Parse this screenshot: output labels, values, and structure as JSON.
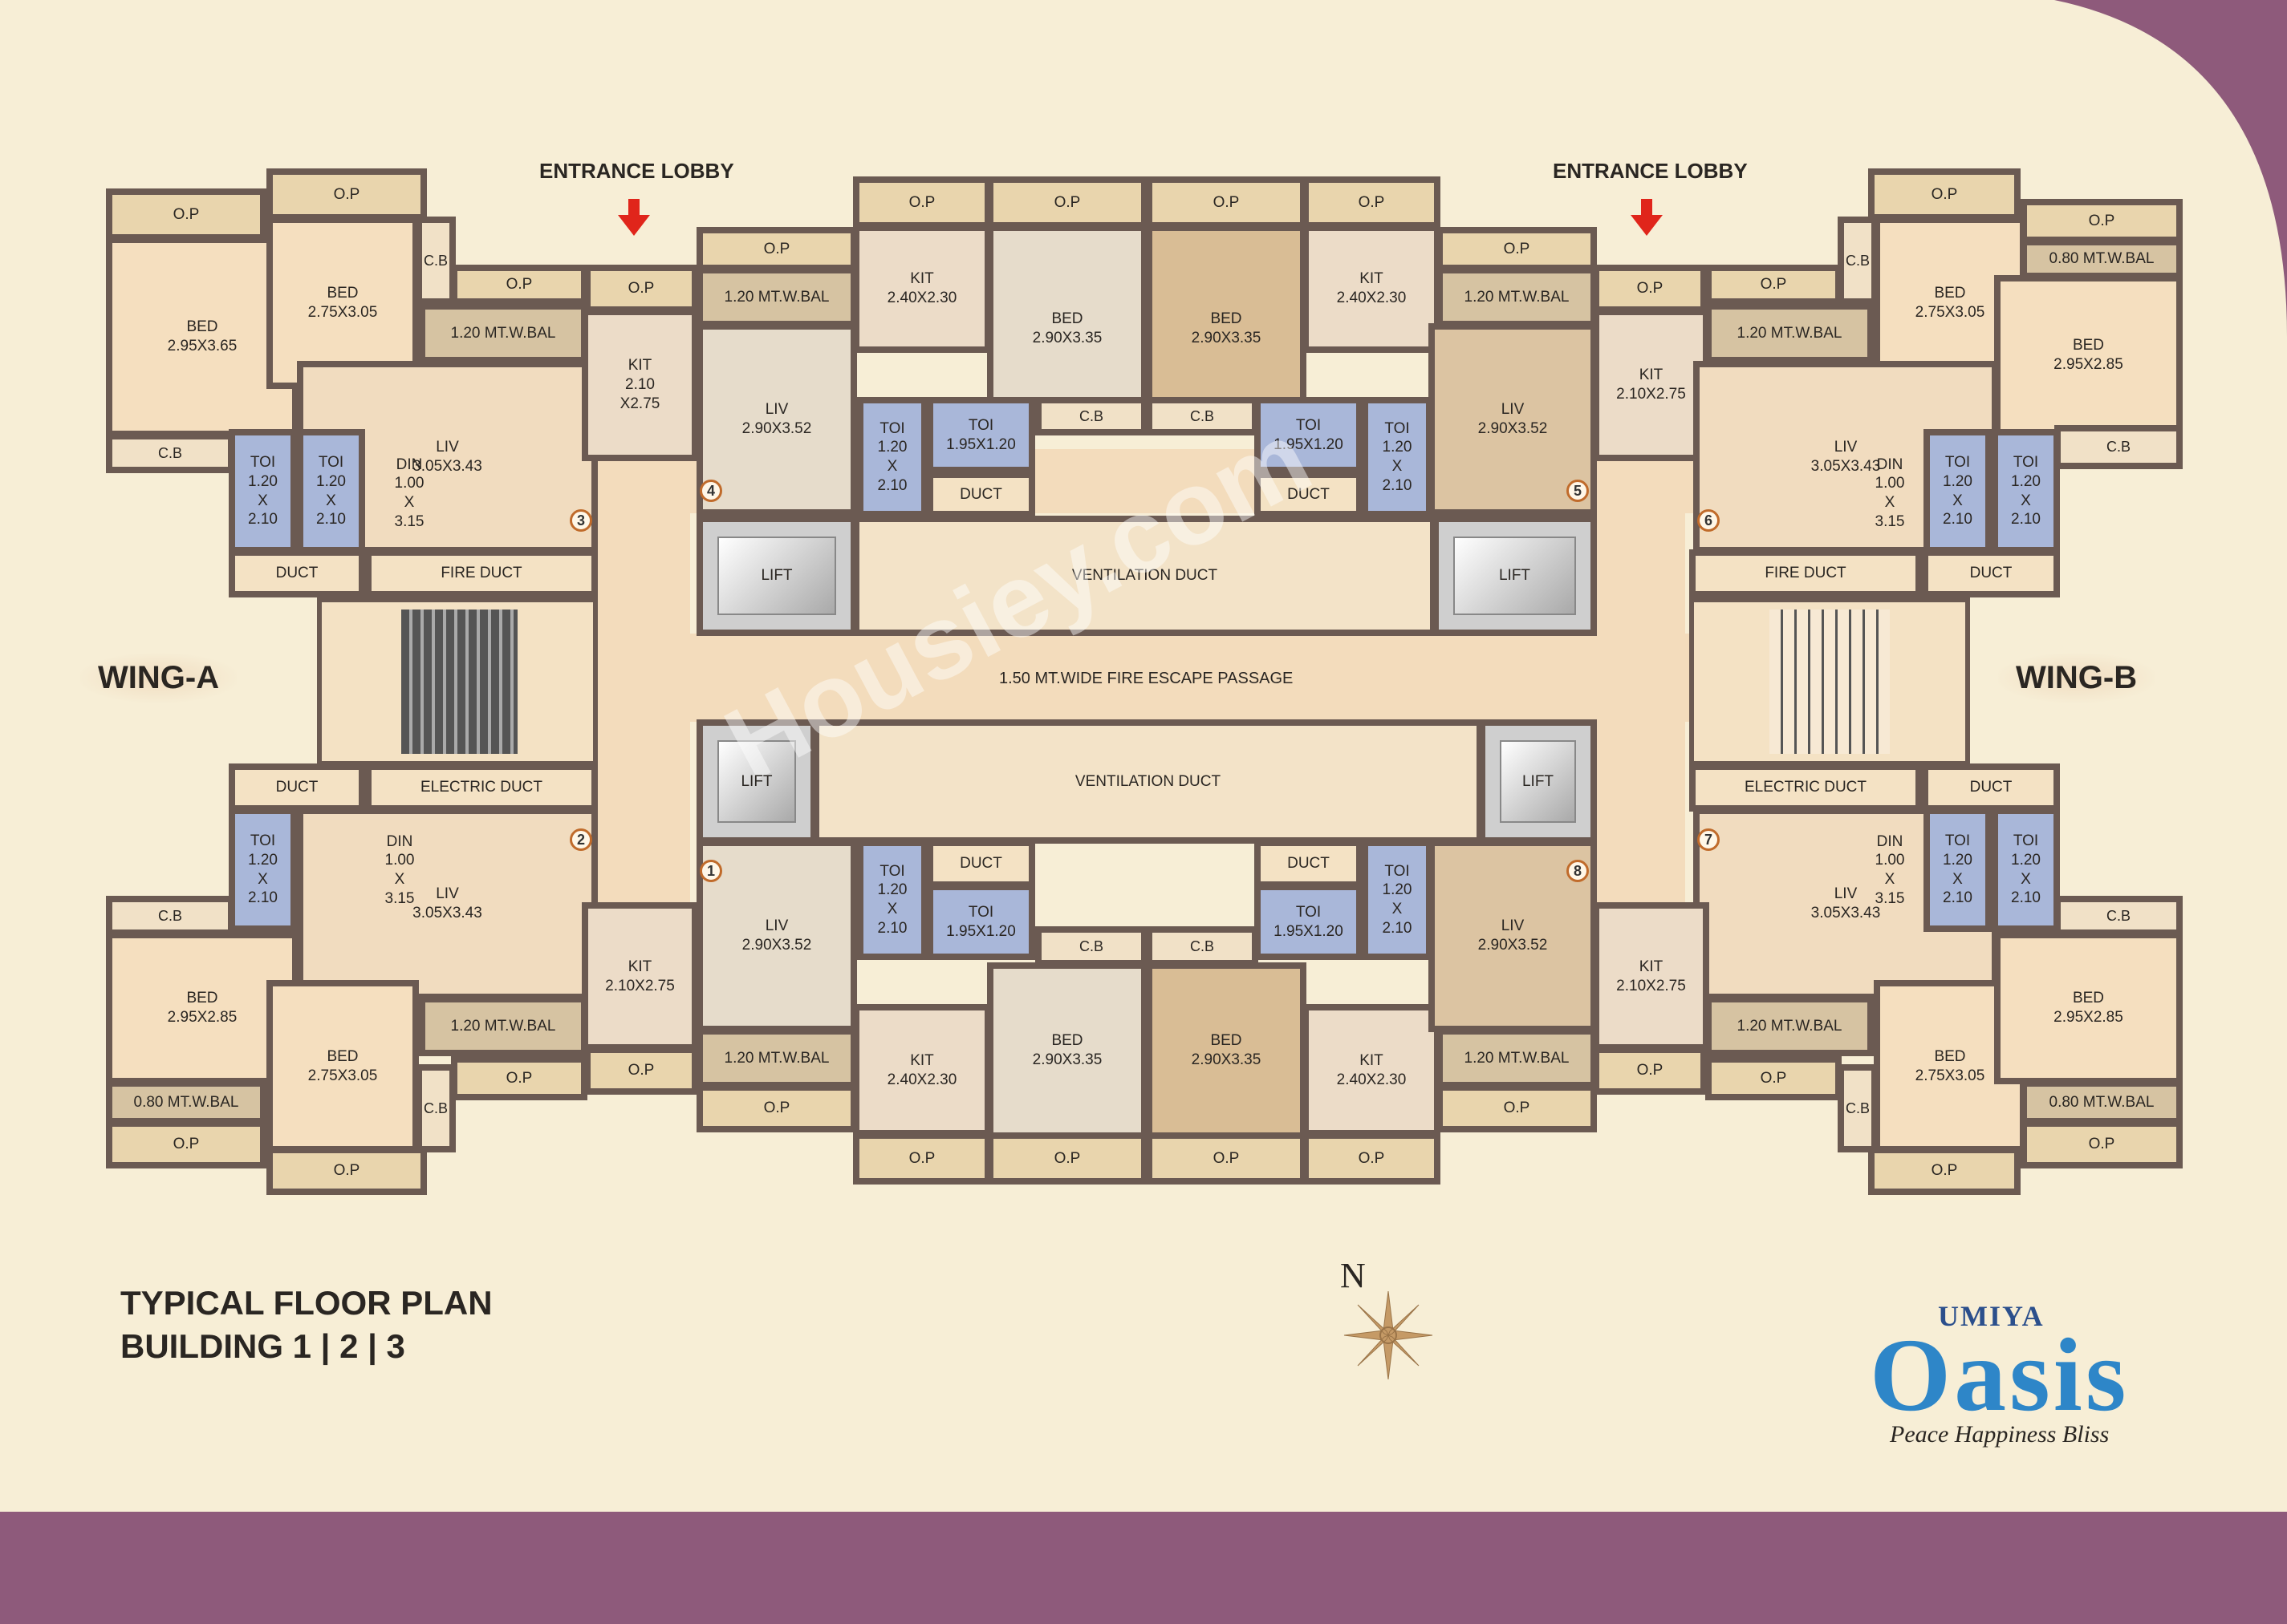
{
  "entrance_lobby": "ENTRANCE LOBBY",
  "wings": {
    "a": "WING-A",
    "b": "WING-B"
  },
  "passage": "1.50 MT.WIDE FIRE ESCAPE  PASSAGE",
  "plan_title": [
    "TYPICAL FLOOR PLAN",
    "BUILDING  1 | 2 | 3"
  ],
  "compass_letter": "N",
  "brand": {
    "small": "UMIYA",
    "big": "Oasis",
    "tagline": "Peace  Happiness  Bliss"
  },
  "watermark": "Housiey.com",
  "flat_numbers": [
    "1",
    "2",
    "3",
    "4",
    "5",
    "6",
    "7",
    "8"
  ],
  "labels": {
    "op": "O.P",
    "cb": "C.B",
    "bal120": "1.20 MT.W.BAL",
    "bal080": "0.80 MT.W.BAL",
    "duct": "DUCT",
    "fire_duct": "FIRE DUCT",
    "electric_duct": "ELECTRIC DUCT",
    "vent_duct": "VENTILATION DUCT",
    "lift": "LIFT",
    "bed_295_365": "BED\n2.95X3.65",
    "bed_275_305": "BED\n2.75X3.05",
    "bed_295_285": "BED\n2.95X2.85",
    "bed_290_335": "BED\n2.90X3.35",
    "liv_305_343": "LIV\n3.05X3.43",
    "liv_290_352": "LIV\n2.90X3.52",
    "din": "DIN\n1.00\nX\n3.15",
    "kit_210_275_a": "KIT\n2.10\nX2.75",
    "kit_210_275": "KIT\n2.10X2.75",
    "kit_240_230": "KIT\n2.40X2.30",
    "toi_v": "TOI\n1.20\nX\n2.10",
    "toi_h": "TOI\n1.95X1.20"
  }
}
